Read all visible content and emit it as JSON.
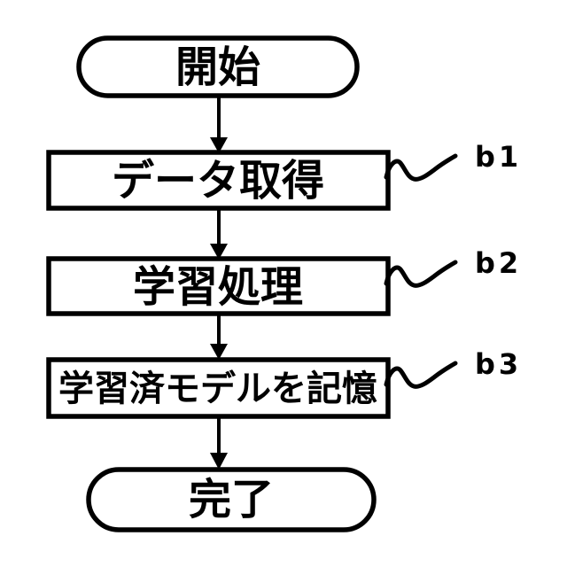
{
  "diagram": {
    "type": "flowchart",
    "colors": {
      "background": "#ffffff",
      "stroke": "#000000",
      "shape_fill": "#ffffff"
    },
    "start_node": {
      "label": "開始"
    },
    "steps": [
      {
        "label": "データ取得",
        "ref": "b1"
      },
      {
        "label": "学習処理",
        "ref": "b2"
      },
      {
        "label": "学習済モデルを記憶",
        "ref": "b3"
      }
    ],
    "end_node": {
      "label": "完了"
    }
  }
}
